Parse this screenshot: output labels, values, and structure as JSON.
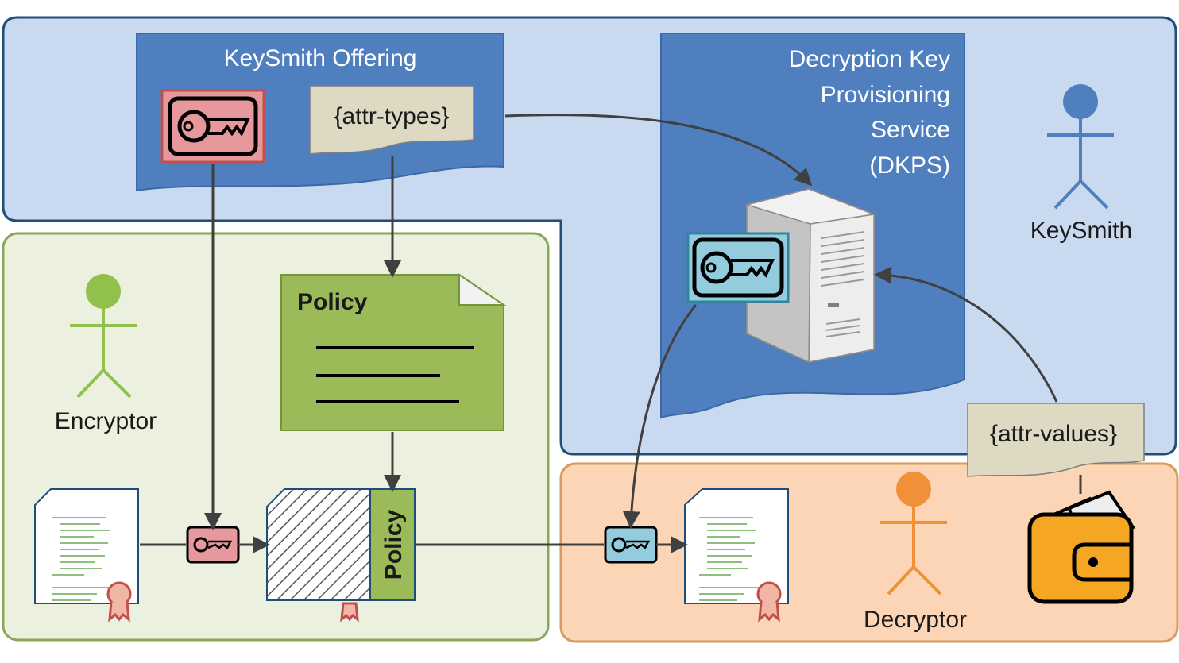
{
  "regions": {
    "keysmith_offering_title": "KeySmith Offering",
    "dkps_title_lines": [
      "Decryption Key",
      "Provisioning",
      "Service",
      "(DKPS)"
    ]
  },
  "actors": {
    "keysmith": "KeySmith",
    "encryptor": "Encryptor",
    "decryptor": "Decryptor"
  },
  "tags": {
    "attr_types": "{attr-types}",
    "attr_values": "{attr-values}"
  },
  "policy": {
    "title": "Policy",
    "side_label": "Policy"
  },
  "colors": {
    "keysmith_bg": "#c9daf0",
    "keysmith_border": "#1f4e79",
    "service_blue": "#4f7fbf",
    "encryptor_bg": "#ebf1de",
    "encryptor_border": "#8aa65a",
    "decryptor_bg": "#fbd5b5",
    "decryptor_border": "#d79a5f",
    "policy_green": "#9bbb59",
    "tag_bg": "#ddd9c3",
    "pink_key": "#e6989d",
    "cyan_key": "#93cddd",
    "actor_blue": "#4f7fbf",
    "actor_green": "#92c04c",
    "actor_orange": "#f0913a",
    "wallet_orange": "#f5a623",
    "arrow": "#404040"
  }
}
